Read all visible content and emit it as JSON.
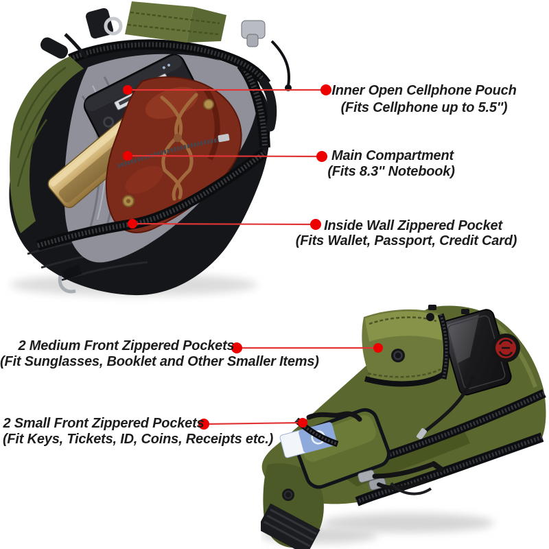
{
  "callouts": {
    "top": [
      {
        "title": "Inner Open Cellphone Pouch",
        "subtitle": "(Fits Cellphone up to 5.5'')"
      },
      {
        "title": "Main Compartment",
        "subtitle": "(Fits 8.3'' Notebook)"
      },
      {
        "title": "Inside Wall Zippered Pocket",
        "subtitle": "(Fits Wallet, Passport, Credit Card)"
      }
    ],
    "bottom": [
      {
        "title": "2 Medium Front Zippered Pockets",
        "subtitle": "(Fit Sunglasses, Booklet and Other Smaller Items)"
      },
      {
        "title": "2 Small Front Zippered Pockets",
        "subtitle": "(Fit Keys, Tickets, ID, Coins, Receipts etc.)"
      }
    ]
  },
  "colors": {
    "background": "#ffffff",
    "callout_dot": "#ec0000",
    "callout_line": "#e13535",
    "text": "#1c1c1c",
    "bag_olive": "#5a682f",
    "bag_olive_light": "#76823f",
    "bag_black": "#15161a",
    "lining_gray": "#90909a",
    "wallet_brown": "#7c2b1a",
    "phone_gold": "#c2a162",
    "patch_red": "#9e1e1e"
  },
  "photos": {
    "top_name": "open sling bag interior with power bank, gold phone and leather wallet",
    "bottom_name": "olive sling bag front with phone pocket, logo patch and card pocket"
  }
}
